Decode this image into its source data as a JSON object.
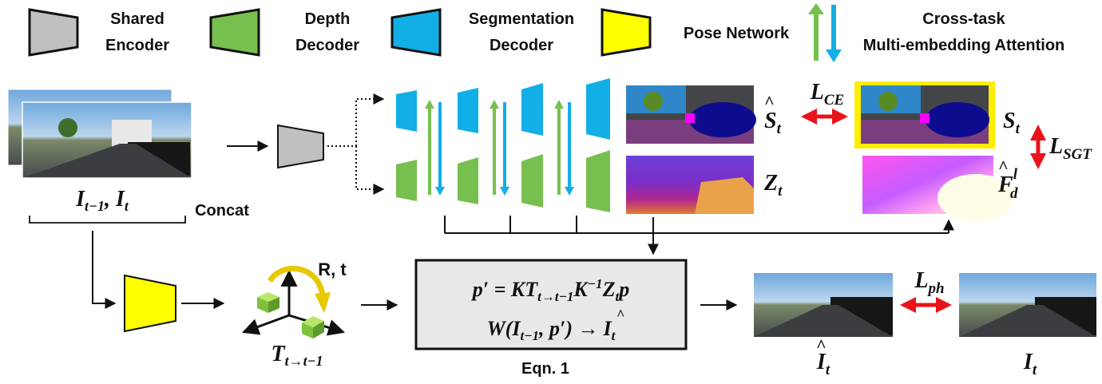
{
  "legend": {
    "shared_encoder": [
      "Shared",
      "Encoder"
    ],
    "depth_decoder": [
      "Depth",
      "Decoder"
    ],
    "segmentation_decoder": [
      "Segmentation",
      "Decoder"
    ],
    "pose_network": "Pose Network",
    "cross_task": [
      "Cross-task",
      "Multi-embedding Attention"
    ]
  },
  "colors": {
    "encoder_gray": "#c0c0c0",
    "depth_green": "#77bf4e",
    "seg_blue": "#12aee6",
    "pose_yellow": "#ffff00",
    "loss_red": "#e8141b",
    "eqn_box": "#e8e8e8"
  },
  "input": {
    "frames_base": "I",
    "frame_prev_sub": "t−1",
    "frame_sep": ", ",
    "frame_cur_sub": "t",
    "concat": "Concat"
  },
  "outputs": {
    "seg_pred": {
      "base": "S",
      "sub": "t"
    },
    "seg_target": {
      "base": "S",
      "sub": "t"
    },
    "depth": {
      "base": "Z",
      "sub": "t"
    },
    "feature": {
      "base": "F",
      "sub": "d",
      "sup": "l"
    },
    "loss_ce": {
      "base": "L",
      "sub": "CE"
    },
    "loss_sgt": {
      "base": "L",
      "sub": "SGT"
    },
    "loss_ph": {
      "base": "L",
      "sub": "ph"
    }
  },
  "pose": {
    "rt": "R, t",
    "transform_base": "T",
    "transform_sub": "t→t−1"
  },
  "equation": {
    "line1": "p′ = KT",
    "line1_sub": "t→t−1",
    "line1_rest": "K",
    "line1_sup": "−1",
    "line1_z": "Z",
    "line1_zsub": "t",
    "line1_p": "p",
    "line2": "W(I",
    "line2_sub": "t−1",
    "line2_rest": ", p′) →",
    "line2_i": "I",
    "line2_isub": "t",
    "caption": "Eqn. 1"
  },
  "bottom_images": {
    "warped": {
      "base": "I",
      "sub": "t"
    },
    "target": {
      "base": "I",
      "sub": "t"
    }
  }
}
